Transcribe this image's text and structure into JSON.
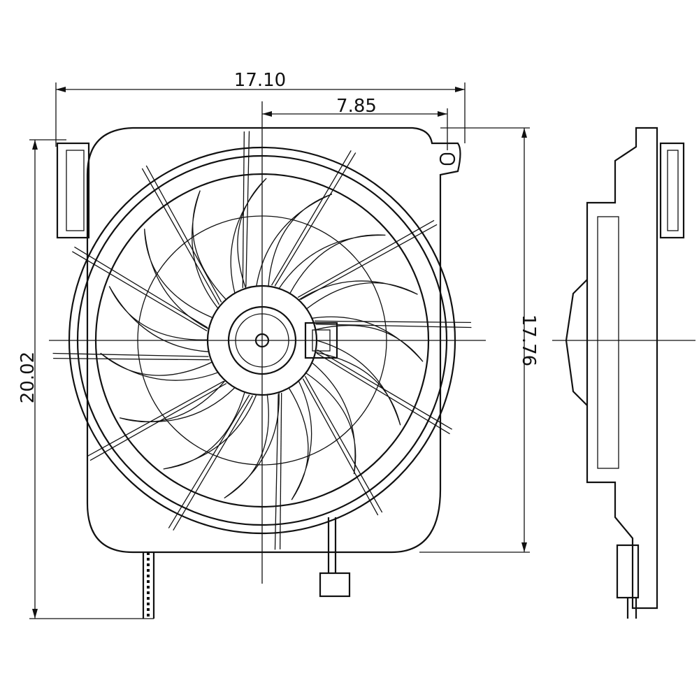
{
  "dimensions": {
    "overall_width": "17.10",
    "center_to_mount": "7.85",
    "overall_height": "20.02",
    "shroud_height": "17.76"
  },
  "colors": {
    "line": "#111111",
    "background": "#ffffff"
  }
}
